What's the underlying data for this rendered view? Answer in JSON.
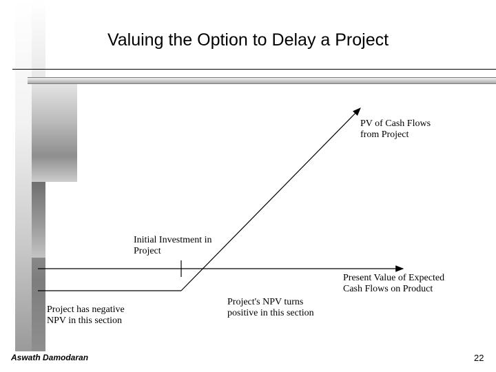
{
  "slide": {
    "title": "Valuing the Option to Delay a Project",
    "footer": {
      "author": "Aswath Damodaran",
      "page_number": "22"
    }
  },
  "diagram": {
    "labels": {
      "pv_cash_flows": "PV of Cash Flows\nfrom Project",
      "initial_investment": "Initial Investment in\nProject",
      "present_value_expected": "Present Value of Expected\nCash Flows on Product",
      "negative_npv": "Project has negative\nNPV in this section",
      "positive_npv": "Project's NPV turns\npositive in this section"
    },
    "colors": {
      "line": "#000000",
      "background": "#ffffff"
    }
  }
}
